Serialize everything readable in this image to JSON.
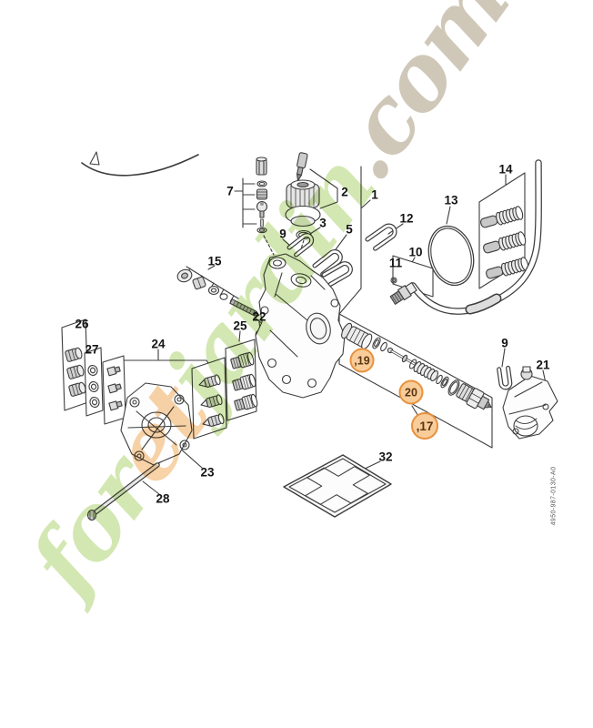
{
  "drawing_number": "4950-987-0130-A0",
  "callouts": {
    "c1": "1",
    "c2": "2",
    "c3": "3",
    "c5": "5",
    "c7": "7",
    "c9": "9",
    "c10": "10",
    "c11": "11",
    "c12": "12",
    "c13": "13",
    "c14": "14",
    "c15": "15",
    "c21": "21",
    "c22": "22",
    "c23": "23",
    "c24": "24",
    "c25": "25",
    "c26": "26",
    "c27": "27",
    "c28": "28",
    "c32": "32"
  },
  "highlights": {
    "h17": ",17",
    "h19": ",19",
    "h20": "20"
  },
  "watermark": {
    "part1": "for",
    "part2": "et",
    "part3": "jardin",
    "part4": ".com"
  },
  "colors": {
    "line": "#3d3d3d",
    "highlight_fill": "#f8cd9a",
    "highlight_ring": "#e8913d",
    "highlight_text": "#5a3512",
    "watermark_green": "#cfe5ac",
    "watermark_orange": "#f8cfa0",
    "watermark_tan": "#cbc3b3"
  }
}
